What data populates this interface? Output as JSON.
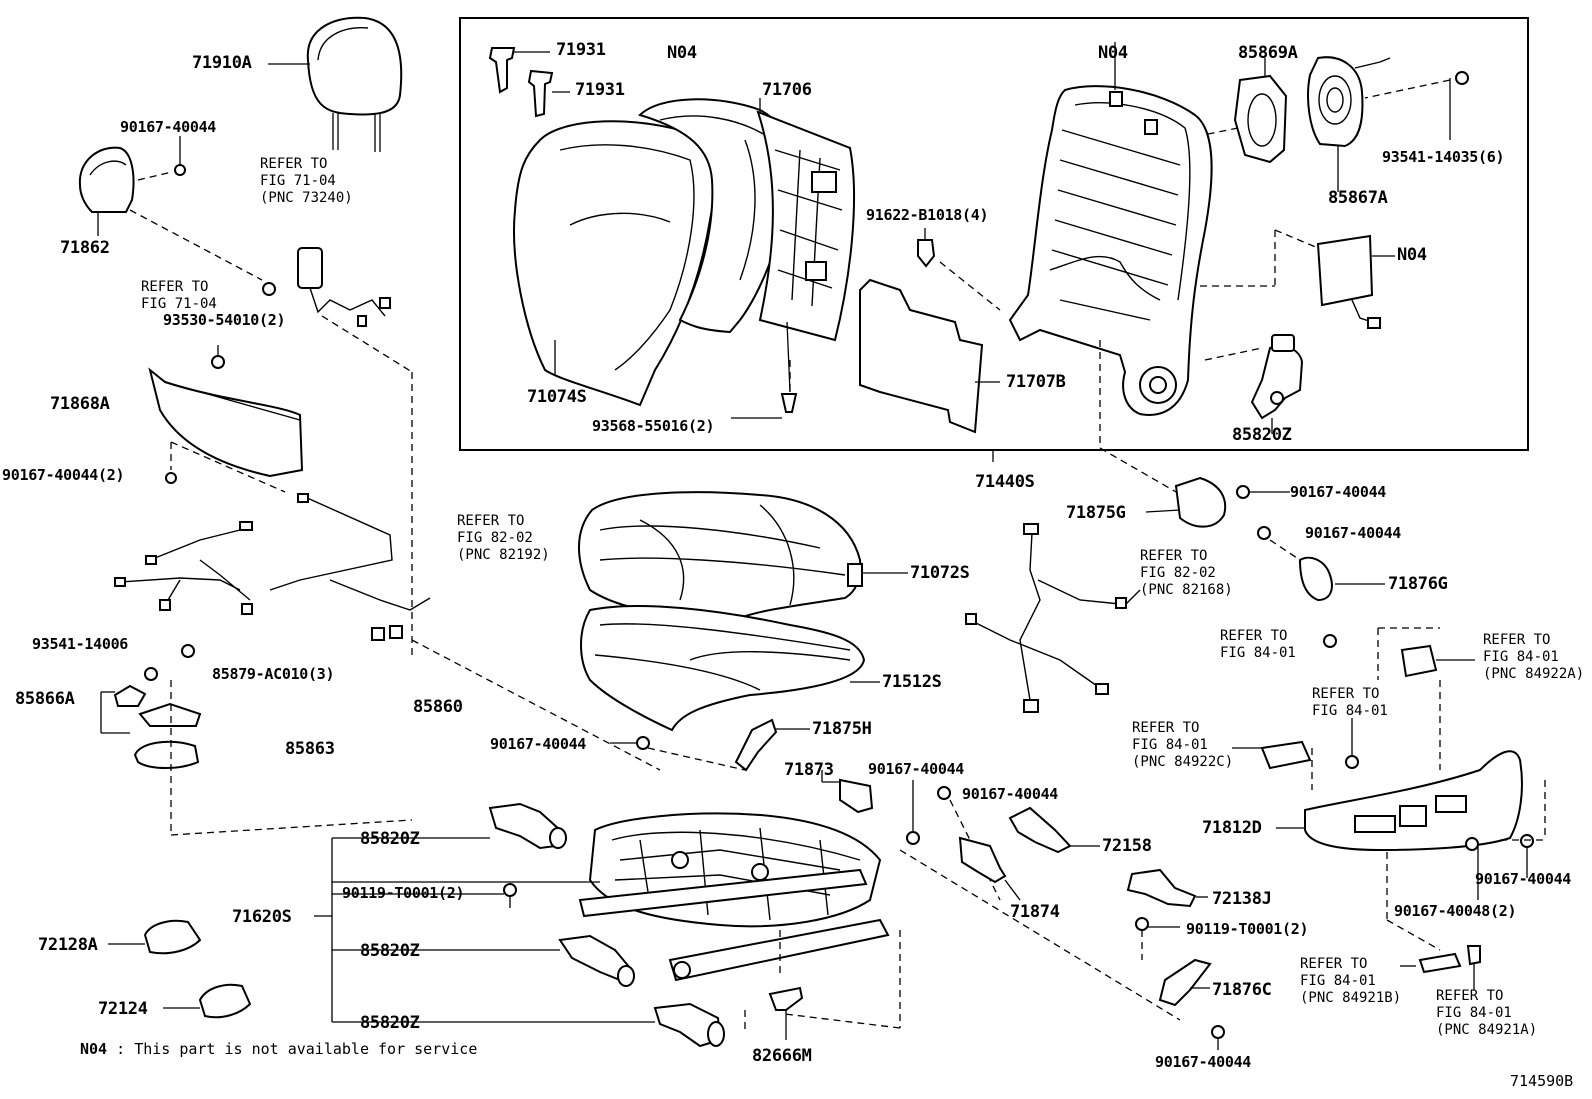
{
  "figure_id": "714590B",
  "note": {
    "code": "N04",
    "text": "This part is not available for service"
  },
  "parts": {
    "p71910A": "71910A",
    "p90167_40044_a": "90167-40044",
    "p71862": "71862",
    "p93530": "93530-54010(2)",
    "p71868A": "71868A",
    "p90167_40044_2": "90167-40044(2)",
    "p93541_14006": "93541-14006",
    "p85879": "85879-AC010(3)",
    "p85866A": "85866A",
    "p85860": "85860",
    "p85863": "85863",
    "p71931_a": "71931",
    "p71931_b": "71931",
    "pN04_a": "N04",
    "p71706": "71706",
    "pN04_b": "N04",
    "p85869A": "85869A",
    "p93541_14035": "93541-14035(6)",
    "p85867A": "85867A",
    "p91622": "91622-B1018(4)",
    "pN04_c": "N04",
    "p71074S": "71074S",
    "p93568": "93568-55016(2)",
    "p71707B": "71707B",
    "p85820Z_a": "85820Z",
    "p71440S": "71440S",
    "p71875G": "71875G",
    "p90167_40044_b": "90167-40044",
    "p90167_40044_c": "90167-40044",
    "p71876G": "71876G",
    "p71072S": "71072S",
    "p71512S": "71512S",
    "p90167_40044_d": "90167-40044",
    "p71875H": "71875H",
    "p71873": "71873",
    "p90167_40044_e": "90167-40044",
    "p90167_40044_f": "90167-40044",
    "p72158": "72158",
    "p71874": "71874",
    "p85820Z_b": "85820Z",
    "p71620S": "71620S",
    "p90119_a": "90119-T0001(2)",
    "p85820Z_c": "85820Z",
    "p85820Z_d": "85820Z",
    "p72128A": "72128A",
    "p72124": "72124",
    "p82666M": "82666M",
    "p72138J": "72138J",
    "p90119_b": "90119-T0001(2)",
    "p71876C": "71876C",
    "p90167_40044_g": "90167-40044",
    "p71812D": "71812D",
    "p90167_40044_h": "90167-40044",
    "p90167_40048": "90167-40048(2)"
  },
  "refs": {
    "r1": [
      "REFER TO",
      "FIG 71-04",
      "(PNC 73240)"
    ],
    "r2": [
      "REFER TO",
      "FIG 71-04"
    ],
    "r3": [
      "REFER TO",
      "FIG 82-02",
      "(PNC 82192)"
    ],
    "r4": [
      "REFER TO",
      "FIG 82-02",
      "(PNC 82168)"
    ],
    "r5": [
      "REFER TO",
      "FIG 84-01"
    ],
    "r6": [
      "REFER TO",
      "FIG 84-01",
      "(PNC 84922A)"
    ],
    "r7": [
      "REFER TO",
      "FIG 84-01"
    ],
    "r8": [
      "REFER TO",
      "FIG 84-01",
      "(PNC 84922C)"
    ],
    "r9": [
      "REFER TO",
      "FIG 84-01",
      "(PNC 84921B)"
    ],
    "r10": [
      "REFER TO",
      "FIG 84-01",
      "(PNC 84921A)"
    ]
  }
}
